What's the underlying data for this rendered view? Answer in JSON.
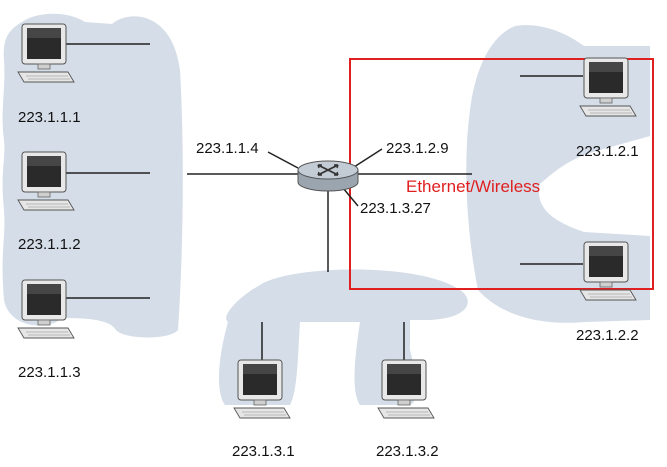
{
  "colors": {
    "subnet_blob": "#d4dde8",
    "wire": "#222222",
    "highlight": "#e02020",
    "router_body": "#b8c2cc"
  },
  "hosts": {
    "h1": {
      "ip": "223.1.1.1",
      "icon": "computer-icon"
    },
    "h2": {
      "ip": "223.1.1.2",
      "icon": "computer-icon"
    },
    "h3": {
      "ip": "223.1.1.3",
      "icon": "computer-icon"
    },
    "h4": {
      "ip": "223.1.2.1",
      "icon": "computer-icon"
    },
    "h5": {
      "ip": "223.1.2.2",
      "icon": "computer-icon"
    },
    "h6": {
      "ip": "223.1.3.1",
      "icon": "computer-icon"
    },
    "h7": {
      "ip": "223.1.3.2",
      "icon": "computer-icon"
    }
  },
  "router": {
    "icon": "router-icon",
    "interfaces": {
      "left": "223.1.1.4",
      "right": "223.1.2.9",
      "bottom": "223.1.3.27"
    }
  },
  "highlight_label": "Ethernet/Wireless"
}
